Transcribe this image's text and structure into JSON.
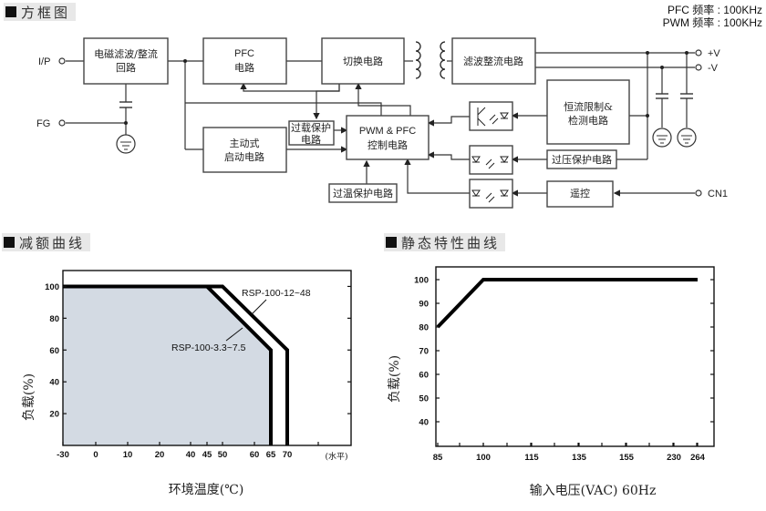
{
  "sections": {
    "block_diagram": "方框图",
    "derating": "减额曲线",
    "static": "静态特性曲线"
  },
  "frequency": {
    "pfc": "PFC 频率 : 100KHz",
    "pwm": "PWM 频率 : 100KHz"
  },
  "diagram": {
    "terminals": {
      "ip": "I/P",
      "fg": "FG",
      "vplus": "+V",
      "vminus": "-V",
      "cn1": "CN1"
    },
    "blocks": {
      "emi_filter": [
        "电磁滤波/整流",
        "回路"
      ],
      "pfc": [
        "PFC",
        "电路"
      ],
      "switching": [
        "切换电路"
      ],
      "rectifier": [
        "滤波整流电路"
      ],
      "startup": [
        "主动式",
        "启动电路"
      ],
      "overload": [
        "过载保护",
        "电路"
      ],
      "controller": [
        "PWM & PFC",
        "控制电路"
      ],
      "overtemp": [
        "过温保护电路"
      ],
      "current_limit": [
        "恒流限制&",
        "检测电路"
      ],
      "overvoltage": [
        "过压保护电路"
      ],
      "remote": [
        "遥控"
      ]
    }
  },
  "chart_data": [
    {
      "type": "area",
      "title": "减额曲线",
      "xlabel": "环境温度(℃)",
      "ylabel": "负载(%)",
      "x_ticks": [
        "-30",
        "0",
        "10",
        "20",
        "40",
        "45",
        "50",
        "60",
        "65",
        "70"
      ],
      "x_unit_label": "(水平)",
      "y_ticks": [
        20,
        40,
        60,
        80,
        100
      ],
      "ylim": [
        0,
        110
      ],
      "grid": false,
      "series": [
        {
          "name": "RSP-100-3.3~7.5",
          "points": [
            [
              -30,
              100
            ],
            [
              45,
              100
            ],
            [
              65,
              60
            ],
            [
              65,
              0
            ]
          ],
          "filled": true,
          "fill": "#d3dae3"
        },
        {
          "name": "RSP-100-12~48",
          "points": [
            [
              -30,
              100
            ],
            [
              50,
              100
            ],
            [
              70,
              60
            ],
            [
              70,
              0
            ]
          ],
          "filled": false
        }
      ],
      "annotations": [
        "RSP-100-12~48",
        "RSP-100-3.3~7.5"
      ]
    },
    {
      "type": "line",
      "title": "静态特性曲线",
      "xlabel": "输入电压(VAC) 60Hz",
      "ylabel": "负载(%)",
      "x_ticks": [
        "85",
        "100",
        "115",
        "135",
        "155",
        "230",
        "264"
      ],
      "y_ticks": [
        40,
        50,
        60,
        70,
        80,
        90,
        100
      ],
      "ylim": [
        30,
        105
      ],
      "grid": false,
      "series": [
        {
          "name": "Load",
          "points": [
            [
              85,
              80
            ],
            [
              100,
              100
            ],
            [
              264,
              100
            ]
          ]
        }
      ]
    }
  ]
}
